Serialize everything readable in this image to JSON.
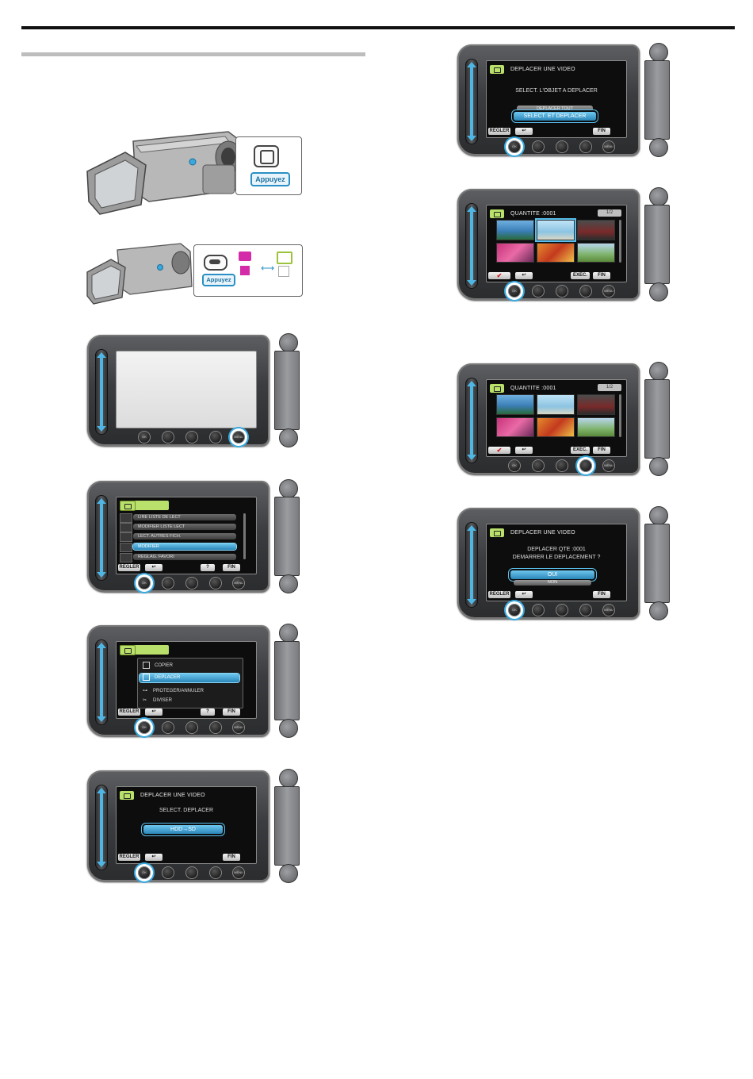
{
  "figures": {
    "press_label_1": "Appuyez",
    "press_label_2": "Appuyez"
  },
  "screens": {
    "s1": {},
    "s2": {
      "menu_items": [
        "LIRE LISTE DE LECT",
        "MODIFIER LISTE LECT",
        "LECT. AUTRES FICH.",
        "MODIFIER",
        "REGLAG. FAVORI"
      ],
      "softkeys": [
        "REGLER",
        "↩",
        "?",
        "FIN"
      ]
    },
    "s3": {
      "menu_items": [
        "COPIER",
        "DEPLACER",
        "PROTEGER/ANNULER",
        "DIVISER"
      ],
      "softkeys": [
        "REGLER",
        "↩",
        "?",
        "FIN"
      ]
    },
    "s4": {
      "title": "DEPLACER UNE VIDEO",
      "prompt": "SELECT. DEPLACER",
      "option": "HDD→SD",
      "softkeys": [
        "REGLER",
        "↩",
        "FIN"
      ]
    },
    "s5": {
      "title": "DEPLACER UNE VIDEO",
      "prompt": "SELECT. L'OBJET A DEPLACER",
      "option_faded": "DEPLACER TOUT",
      "option": "SELECT. ET DEPLACER",
      "softkeys": [
        "REGLER",
        "↩",
        "FIN"
      ]
    },
    "s6": {
      "title": "QUANTITE :0001",
      "page": "1/2",
      "softkeys": [
        "✔",
        "↩",
        "EXEC.",
        "FIN"
      ]
    },
    "s7": {
      "title": "QUANTITE :0001",
      "page": "1/2",
      "softkeys": [
        "✔",
        "↩",
        "EXEC.",
        "FIN"
      ]
    },
    "s8": {
      "title": "DEPLACER UNE VIDEO",
      "line1": "DEPLACER QTE :0001",
      "line2": "DEMARRER LE DEPLACEMENT ?",
      "option_yes": "OUI",
      "option_no": "NON",
      "softkeys": [
        "REGLER",
        "↩",
        "FIN"
      ]
    }
  },
  "button_labels": {
    "ok": "OK",
    "menu": "MENU"
  },
  "colors": {
    "accent": "#39a8dd",
    "menu_header": "#b9e06a",
    "check": "#d21f1f"
  }
}
